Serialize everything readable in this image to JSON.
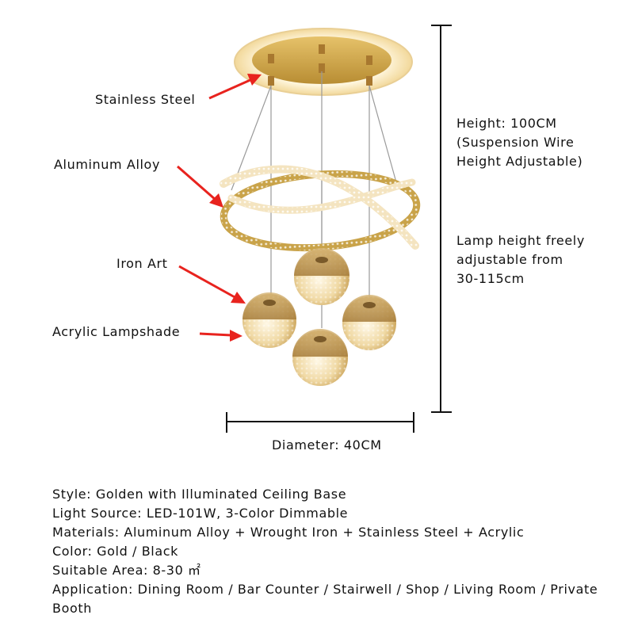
{
  "callouts": {
    "stainless_steel": "Stainless Steel",
    "aluminum_alloy": "Aluminum Alloy",
    "iron_art": "Iron Art",
    "acrylic_lampshade": "Acrylic Lampshade"
  },
  "dimensions": {
    "height_line1": "Height: 100CM",
    "height_line2": "(Suspension Wire",
    "height_line3": "Height Adjustable)",
    "adjust_line1": "Lamp height freely",
    "adjust_line2": "adjustable from",
    "adjust_line3": "30-115cm",
    "diameter": "Diameter: 40CM"
  },
  "specs": [
    "Style: Golden with Illuminated Ceiling Base",
    "Light Source: LED-101W, 3-Color Dimmable",
    "Materials: Aluminum Alloy + Wrought Iron + Stainless Steel + Acrylic",
    "Color: Gold / Black",
    "Suitable Area: 8-30 ㎡",
    "Application: Dining Room / Bar Counter / Stairwell / Shop / Living Room / Private Booth"
  ],
  "colors": {
    "gold": "#c9a349",
    "arrow_red": "#e8231e",
    "dimension_line": "#111111"
  }
}
